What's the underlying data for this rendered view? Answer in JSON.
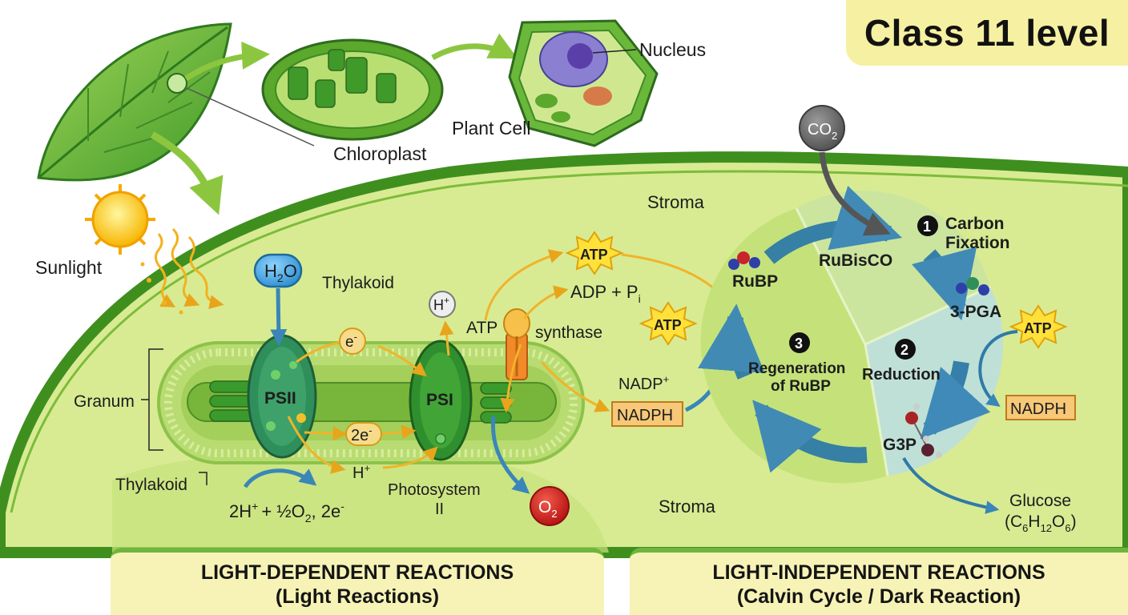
{
  "level_badge": "Class 11 level",
  "labels": {
    "nucleus": "Nucleus",
    "plant_cell": "Plant Cell",
    "chloroplast": "Chloroplast",
    "sunlight": "Sunlight",
    "stroma_top": "Stroma",
    "stroma_bottom": "Stroma",
    "thylakoid_top": "Thylakoid",
    "thylakoid_bottom": "Thylakoid",
    "granum": "Granum",
    "photosystem": "Photosystem",
    "photosystem_num": "II",
    "atp_synthase_atp": "ATP",
    "atp_synthase": "synthase",
    "nadp_plus": "NADP",
    "water_split_left": "2H",
    "water_split_mid": "+ ½O",
    "water_split_right": ", 2e",
    "h_plus_bottom": "H",
    "adp_pi": "ADP + P",
    "rubp": "RuBP",
    "three_pga": "3-PGA",
    "g3p": "G3P",
    "glucose": "Glucose",
    "glucose_formula": "(C",
    "rubisco": "RuBisCO"
  },
  "molecules": {
    "h2o": "H",
    "co2": "CO",
    "o2": "O",
    "h_plus": "H",
    "electron": "e",
    "two_e": "2e",
    "psii": "PSII",
    "psi": "PSI"
  },
  "energy": {
    "atp_top": "ATP",
    "atp_left": "ATP",
    "atp_right": "ATP",
    "nadph_left": "NADPH",
    "nadph_right": "NADPH"
  },
  "calvin_steps": [
    {
      "num": "1",
      "line1": "Carbon",
      "line2": "Fixation"
    },
    {
      "num": "2",
      "line1": "Reduction",
      "line2": ""
    },
    {
      "num": "3",
      "line1": "Regeneration",
      "line2": "of RuBP"
    }
  ],
  "panels": {
    "left_title": "LIGHT-DEPENDENT REACTIONS",
    "left_subtitle": "(Light Reactions)",
    "right_title": "LIGHT-INDEPENDENT REACTIONS",
    "right_subtitle": "(Calvin Cycle / Dark Reaction)"
  },
  "colors": {
    "chloroplast_fill": "#d6ea8c",
    "membrane": "#4a9a22",
    "thylakoid": "#9ccb4e",
    "photosystem": "#2f8f3a",
    "arrow_yellow": "#f0b429",
    "arrow_blue": "#3a86b8",
    "atp_star": "#ffe13a",
    "nadph_box": "#f7c97a",
    "o2": "#d21f1f",
    "co2": "#6a6a6a",
    "h2o": "#3aa3e0"
  }
}
